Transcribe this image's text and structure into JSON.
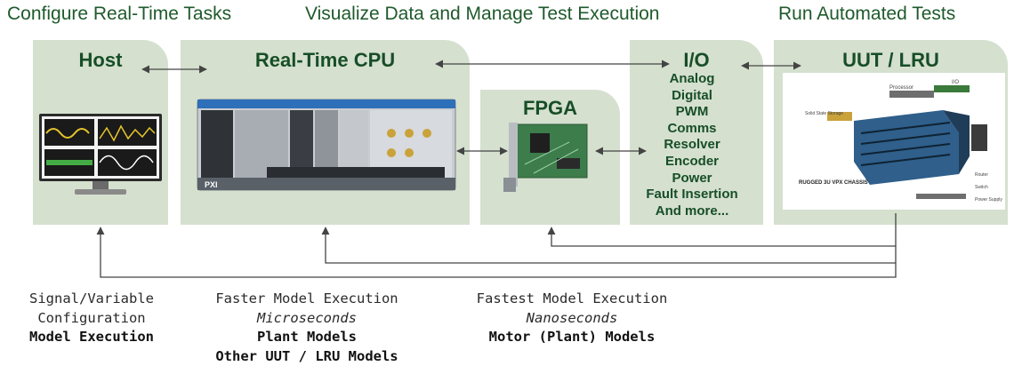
{
  "headers": {
    "configure": "Configure Real-Time Tasks",
    "visualize": "Visualize Data and Manage Test Execution",
    "run": "Run Automated Tests"
  },
  "panels": {
    "host": "Host",
    "rt_cpu": "Real-Time CPU",
    "fpga": "FPGA",
    "io": "I/O",
    "uut": "UUT / LRU"
  },
  "io_items": [
    "Analog",
    "Digital",
    "PWM",
    "Comms",
    "Resolver",
    "Encoder",
    "Power",
    "Fault Insertion",
    "And more..."
  ],
  "device_labels": {
    "pxi": "PXI",
    "chassis": "RUGGED 3U VPX CHASSIS",
    "processor": "Processor",
    "io": "I/O",
    "storage": "Solid State Storage",
    "router": "Router",
    "switch": "Switch",
    "power_supply": "Power Supply"
  },
  "captions": {
    "host": {
      "line1": "Signal/Variable",
      "line2": "Configuration",
      "line3": "Model Execution"
    },
    "cpu": {
      "line1": "Faster Model Execution",
      "line2": "Microseconds",
      "line3": "Plant Models",
      "line4": "Other UUT / LRU Models"
    },
    "fpga": {
      "line1": "Fastest Model Execution",
      "line2": "Nanoseconds",
      "line3": "Motor (Plant) Models"
    }
  },
  "colors": {
    "panel_fill": "#d5e0cf",
    "title_text": "#174e27",
    "arrow": "#444444"
  }
}
